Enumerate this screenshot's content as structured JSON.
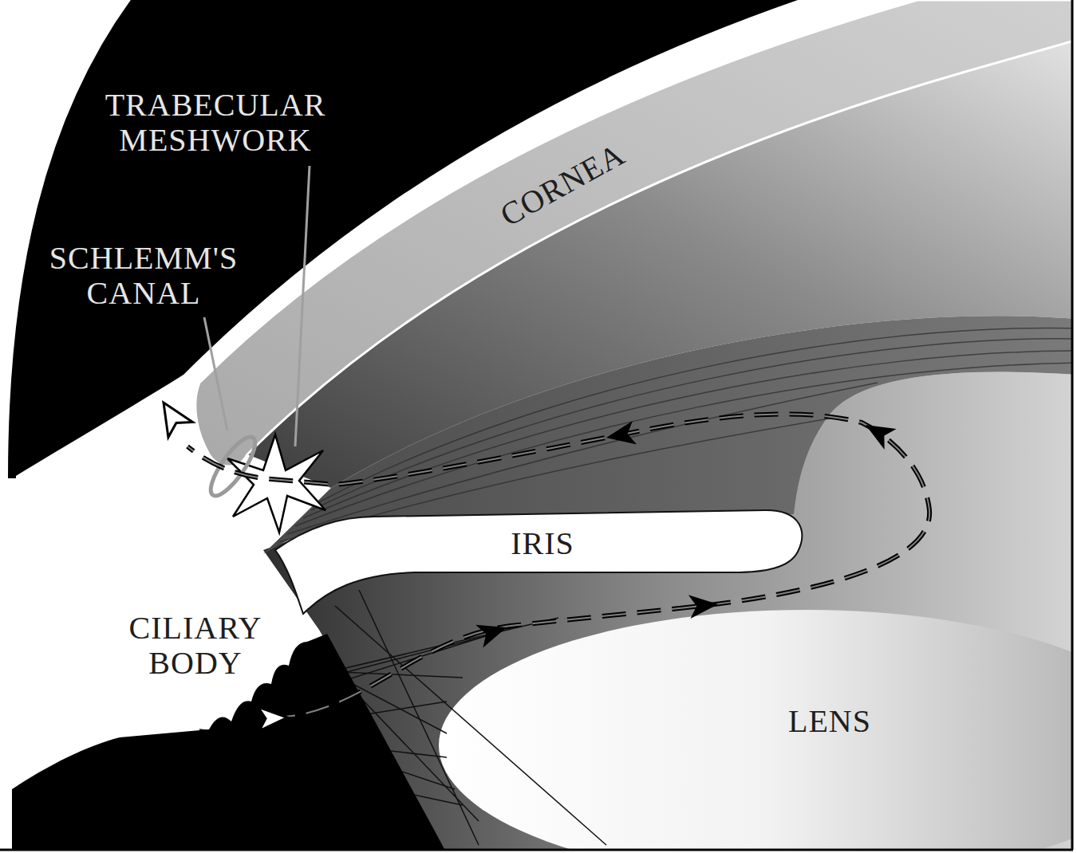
{
  "diagram": {
    "labels": [
      "TRABECULAR MESHWORK",
      "SCHLEMM'S CANAL",
      "CORNEA",
      "IRIS",
      "CILIARY BODY",
      "LENS"
    ]
  }
}
